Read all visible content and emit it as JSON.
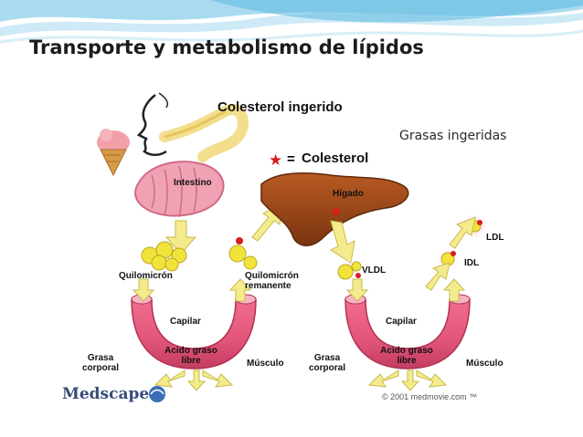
{
  "slide": {
    "title": "Transporte y metabolismo de lípidos",
    "note": "Grasas ingeridas"
  },
  "diagram": {
    "ingested_cholesterol": "Colesterol ingerido",
    "legend_equals": "=",
    "legend_label": "Colesterol",
    "intestine": "Intestino",
    "liver": "Hígado",
    "chylomicron": "Quilomicrón",
    "remnant": [
      "Quilomicrón",
      "remanente"
    ],
    "vldl": "VLDL",
    "idl": "IDL",
    "ldl": "LDL",
    "capillary_left": "Capilar",
    "capillary_right": "Capilar",
    "body_fat_left": [
      "Grasa",
      "corporal"
    ],
    "fatty_acid_left": [
      "Acido graso",
      "libre"
    ],
    "muscle_left": "Músculo",
    "body_fat_right": [
      "Grasa",
      "corporal"
    ],
    "fatty_acid_right": [
      "Acido graso",
      "libre"
    ],
    "muscle_right": "Músculo"
  },
  "branding": {
    "logo": "Medscape",
    "credit": "© 2001 medmovie.com ™"
  },
  "colors": {
    "title": "#1c1c1c",
    "star": "#d61e1e",
    "liver": "#a04a1a",
    "vessel": "#e2557a",
    "lipoprotein": "#f2e33a",
    "arrow": "#f4ec8c",
    "wave": "#5bb8e0"
  }
}
